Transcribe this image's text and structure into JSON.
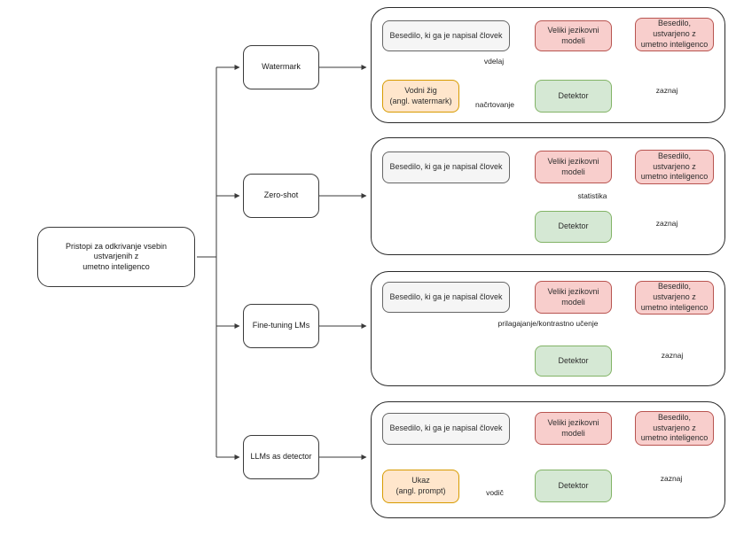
{
  "diagram": {
    "root_label": "Pristopi za odkrivanje vsebin ustvarjenih z\numetno inteligenco",
    "branches": [
      {
        "label": "Watermark"
      },
      {
        "label": "Zero-shot"
      },
      {
        "label": "Fine-tuning LMs"
      },
      {
        "label": "LLMs as detector"
      }
    ],
    "panels": [
      {
        "id": "watermark",
        "nodes": {
          "human": "Besedilo, ki ga je napisal človek",
          "llm": "Veliki jezikovni modeli",
          "ai": "Besedilo, ustvarjeno z\numetno inteligenco",
          "aux": "Vodni žig\n(angl. watermark)",
          "detector": "Detektor"
        },
        "labels": {
          "embed": "vdelaj",
          "design": "načrtovanje",
          "detect": "zaznaj"
        }
      },
      {
        "id": "zero-shot",
        "nodes": {
          "human": "Besedilo, ki ga je napisal človek",
          "llm": "Veliki jezikovni modeli",
          "ai": "Besedilo, ustvarjeno z\numetno inteligenco",
          "detector": "Detektor"
        },
        "labels": {
          "statistics": "statistika",
          "detect": "zaznaj"
        }
      },
      {
        "id": "fine-tuning",
        "nodes": {
          "human": "Besedilo, ki ga je napisal človek",
          "llm": "Veliki jezikovni modeli",
          "ai": "Besedilo, ustvarjeno z\numetno inteligenco",
          "detector": "Detektor"
        },
        "labels": {
          "adapt": "prilagajanje/kontrastno učenje",
          "detect": "zaznaj"
        }
      },
      {
        "id": "llms-as-detector",
        "nodes": {
          "human": "Besedilo, ki ga je napisal človek",
          "llm": "Veliki jezikovni modeli",
          "ai": "Besedilo, ustvarjeno z\numetno inteligenco",
          "aux": "Ukaz\n(angl. prompt)",
          "detector": "Detektor"
        },
        "labels": {
          "guide": "vodič",
          "detect": "zaznaj"
        }
      }
    ],
    "colors": {
      "human_fill": "#f5f5f5",
      "human_stroke": "#666666",
      "llm_fill": "#f8cecc",
      "llm_stroke": "#b85450",
      "detector_fill": "#d5e8d4",
      "detector_stroke": "#82b366",
      "aux_fill": "#ffe6cc",
      "aux_stroke": "#d79b00",
      "line": "#3a3a3a"
    }
  }
}
